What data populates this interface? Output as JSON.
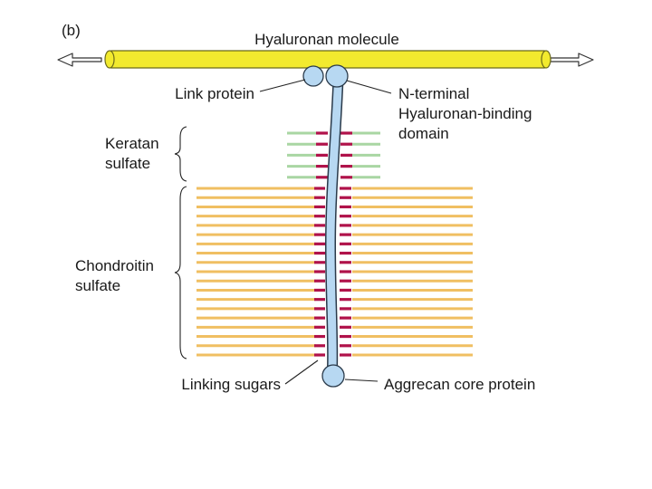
{
  "panel_label": "(b)",
  "labels": {
    "hyaluronan": "Hyaluronan molecule",
    "link_protein": "Link protein",
    "n_terminal": [
      "N-terminal",
      "Hyaluronan-binding",
      "domain"
    ],
    "keratan": [
      "Keratan",
      "sulfate"
    ],
    "chondroitin": [
      "Chondroitin",
      "sulfate"
    ],
    "linking_sugars": "Linking sugars",
    "core_protein": "Aggrecan core protein"
  },
  "colors": {
    "hyaluronan_fill": "#f2ea2e",
    "hyaluronan_stroke": "#6b6a1a",
    "protein_fill": "#b7d8f2",
    "protein_stroke": "#2a3a4a",
    "keratan_chain": "#a9d6a3",
    "chondroitin_chain": "#f0bf62",
    "linking_sugar": "#b0124a"
  },
  "chains": {
    "keratan_count": 5,
    "chondroitin_count": 19
  },
  "icons": [
    "arrow-left-icon",
    "arrow-right-icon"
  ]
}
